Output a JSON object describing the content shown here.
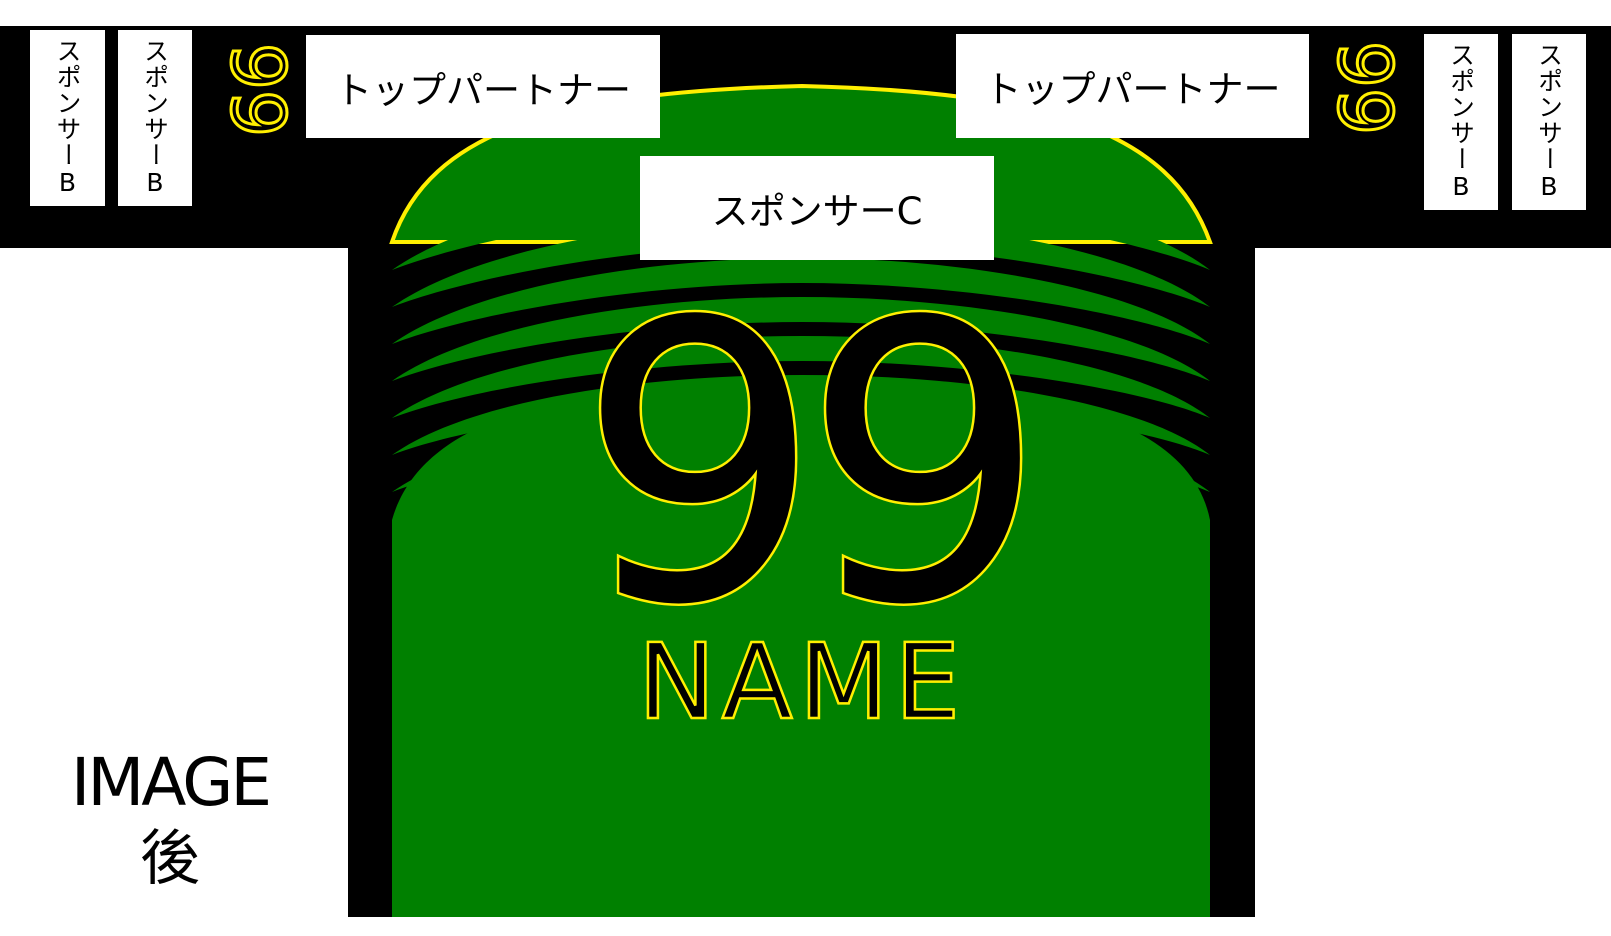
{
  "sponsor_b_label": "スポンサーB",
  "top_partner_label": "トップパートナー",
  "sponsor_c_label": "スポンサーC",
  "sleeve_number": "99",
  "back_number": "99",
  "player_name": "NAME",
  "view_label": {
    "line1": "IMAGE",
    "line2": "後"
  },
  "colors": {
    "shirt_green": "#008000",
    "trim_black": "#000000",
    "accent_yellow": "#ffef00",
    "panel_white": "#ffffff"
  }
}
